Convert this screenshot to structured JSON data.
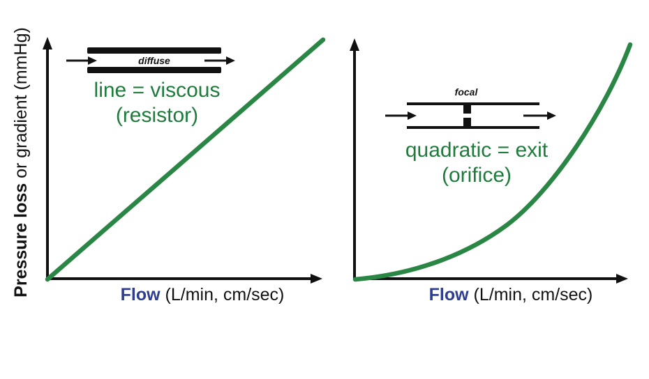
{
  "colors": {
    "curve_green": "#2a8644",
    "annotation_green": "#1f7b3c",
    "flow_blue": "#2e3d8f",
    "axis_black": "#111111"
  },
  "charts": [
    {
      "id": "viscous-resistor-chart",
      "y_label_bold": "Pressure loss",
      "y_label_rest": " or gradient (mmHg)",
      "x_label_bold": "Flow",
      "x_label_rest": " (L/min, cm/sec)",
      "pipe_label": "diffuse",
      "annotation_line1": "line = viscous",
      "annotation_line2": "(resistor)"
    },
    {
      "id": "orifice-chart",
      "x_label_bold": "Flow",
      "x_label_rest": " (L/min, cm/sec)",
      "pipe_label": "focal",
      "annotation_line1": "quadratic = exit",
      "annotation_line2": "(orifice)"
    }
  ],
  "chart_data": [
    {
      "type": "line",
      "title": "",
      "xlabel": "Flow (L/min, cm/sec)",
      "ylabel": "Pressure loss or gradient (mmHg)",
      "relationship": "linear",
      "annotation": "line = viscous (resistor)",
      "pipe_schematic": "diffuse narrowing (straight tube, thick walls)",
      "x": [
        0,
        1,
        2,
        3,
        4,
        5,
        6,
        7,
        8,
        9,
        10
      ],
      "y": [
        0,
        1,
        2,
        3,
        4,
        5,
        6,
        7,
        8,
        9,
        10
      ],
      "xlim": [
        0,
        10
      ],
      "ylim": [
        0,
        10
      ],
      "axis_ticks": "none (conceptual sketch)",
      "grid": false,
      "legend": false,
      "curve_color": "#2a8644"
    },
    {
      "type": "line",
      "title": "",
      "xlabel": "Flow (L/min, cm/sec)",
      "ylabel": "",
      "relationship": "quadratic",
      "annotation": "quadratic = exit (orifice)",
      "pipe_schematic": "focal narrowing (orifice notch in thin-walled tube)",
      "x": [
        0,
        1,
        2,
        3,
        4,
        5,
        6,
        7,
        8,
        9,
        10
      ],
      "y": [
        0,
        0.1,
        0.4,
        0.9,
        1.6,
        2.5,
        3.6,
        4.9,
        6.4,
        8.1,
        10
      ],
      "xlim": [
        0,
        10
      ],
      "ylim": [
        0,
        10
      ],
      "axis_ticks": "none (conceptual sketch)",
      "grid": false,
      "legend": false,
      "curve_color": "#2a8644"
    }
  ]
}
